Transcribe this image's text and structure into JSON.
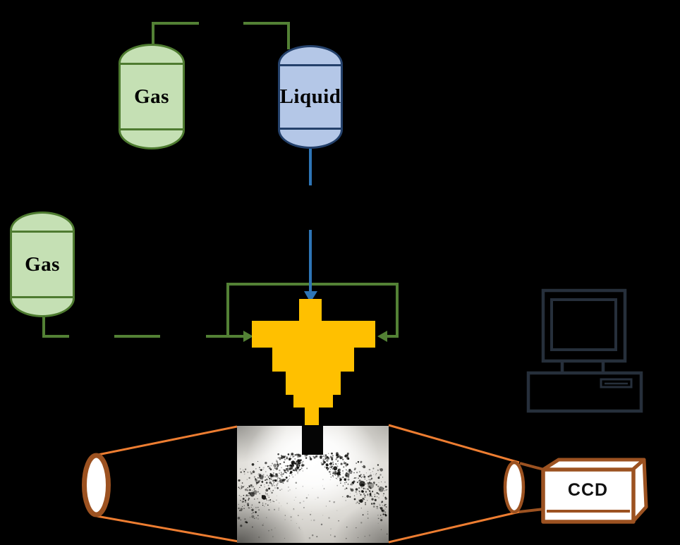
{
  "labels": {
    "tank_gas_top": "Gas",
    "tank_liquid": "Liquid",
    "tank_gas_left": "Gas",
    "camera": "CCD"
  },
  "components": {
    "tanks": [
      "gas-cylinder-top",
      "liquid-reservoir",
      "gas-cylinder-left"
    ],
    "atomizer": "twin-fluid-nozzle",
    "imaging": [
      "light-source",
      "spray-photograph",
      "camera-lens",
      "ccd-camera",
      "computer"
    ]
  },
  "colors": {
    "background": "#000000",
    "gas_tank_fill": "#C5E0B4",
    "gas_tank_stroke": "#4E7B30",
    "liquid_tank_fill": "#B4C7E7",
    "liquid_tank_stroke": "#24416B",
    "gas_line": "#538135",
    "liquid_line": "#2E75B6",
    "nozzle": "#FFC000",
    "light_path": "#ED7D31",
    "camera_brown": "#9C5221",
    "computer_outline": "#262F3B"
  }
}
